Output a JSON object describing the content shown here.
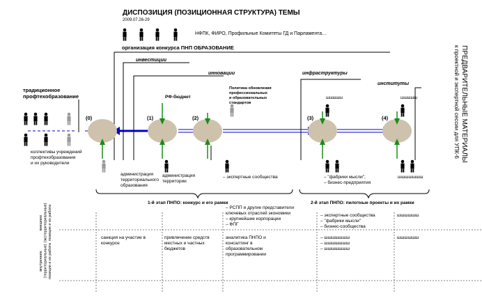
{
  "header": {
    "title": "ДИСПОЗИЦИЯ (ПОЗИЦИОННАЯ СТРУКТУРА) ТЕМЫ",
    "date": "2009.07.26-29",
    "participants": "НФПК, ФИРО, Профильные Комитеты ГД и Парламента…"
  },
  "side_title": {
    "line1": "ПРЕДВАРИТЕЛЬНЫЕ МАТЕРИАЛЫ",
    "line2": "к проектной и экспертной сессии для УПК-6"
  },
  "labels": {
    "org": "организация конкурса ПНП ОБРАЗОВАНИЕ",
    "investments": "инвестиции",
    "innovations": "инновации",
    "infrastructures": "инфраструктуры",
    "institutes": "институты",
    "traditional_1": "традиционное",
    "traditional_2": "профтехобразование",
    "rf_budget": "РФ-бюджет",
    "policy_1": "Политика обновления",
    "policy_2": "профессиональных",
    "policy_3": "и образовательных",
    "policy_4": "стандартов",
    "collectives_1": "коллективы учреждений",
    "collectives_2": "профтехобразования",
    "collectives_3": "и их руководители",
    "admin_terr_1": "администрация",
    "admin_terr_2": "территориального",
    "admin_terr_3": "образования",
    "admin_territory_1": "администрация",
    "admin_territory_2": "территории",
    "expert_comm": "– экспертные сообщества",
    "think_tanks_1": "– \"фабрики мысли\",",
    "think_tanks_2": "– бизнес-предприятия",
    "placeholder": "шшшшш",
    "placeholder_long": "шшшшшшш",
    "stage1": "1-й этап ПНПО: конкурс и его рамки",
    "stage2": "2-й этап ПНПО: пилотные проекты и их рамки",
    "external_1": "внешние",
    "external_2": "(экстерриториальные)",
    "external_3": "позиции и их работа",
    "internal_1": "внутренние",
    "internal_2": "(территориальные)",
    "internal_3": "позиции и их работа",
    "col2_ext_1": "– РСПП и другие представители",
    "col2_ext_2": "ключевых отраслей экономики",
    "col2_ext_3": "– крупнейшие корпорации",
    "col2_ext_4": "– ФПГ",
    "col3_ext_1": "– экспертные сообщества",
    "col3_ext_2": "– \"фабрики мысли\"",
    "col3_ext_3": "– бизнес-сообщества",
    "col0_int_1": "санкция на участие в",
    "col0_int_2": "конкурсе",
    "col1_int_1": "привлечение средств",
    "col1_int_2": "местных и частных",
    "col1_int_3": "бюджетов",
    "col2_int_1": "аналитика ПНПО и",
    "col2_int_2": "консалтинг в",
    "col2_int_3": "образовательном",
    "col2_int_4": "программировании",
    "col3_int_1": "– шшшшшшш",
    "col3_int_2": "– шшшшшшш",
    "col3_int_3": "– шшшшшшш",
    "col4_int": "шшшшшш"
  },
  "nodes": [
    {
      "label": "(0)"
    },
    {
      "label": "(1)"
    },
    {
      "label": "(2)"
    },
    {
      "label": "(3)"
    },
    {
      "label": "(4)"
    }
  ],
  "colors": {
    "node_fill": "#cfc2ad",
    "blue": "#0000cc",
    "green": "#1a8c1a",
    "gray_person": "#9a9a9a",
    "line": "#000000"
  }
}
